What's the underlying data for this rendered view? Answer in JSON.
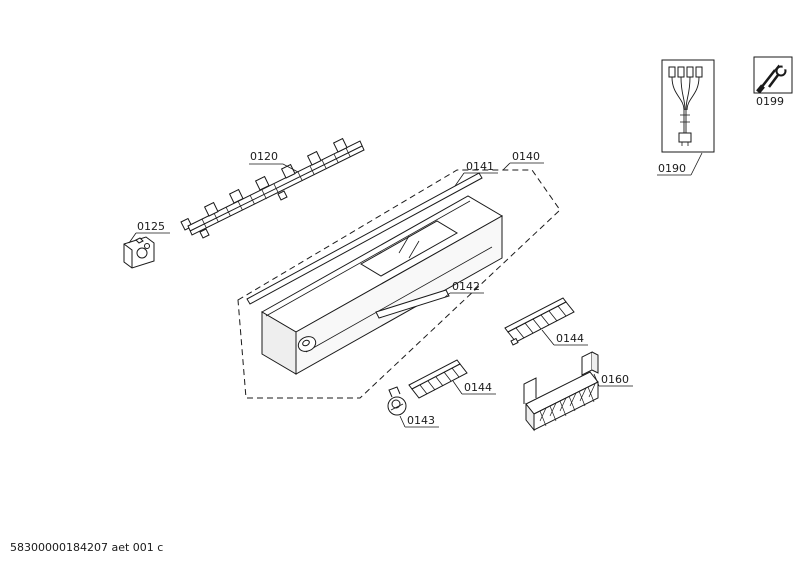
{
  "page": {
    "background": "#ffffff",
    "line_color": "#1a1a1a"
  },
  "footer": {
    "document_id": "58300000184207 aet 001 c"
  },
  "icons": {
    "tools_icon": "crossed wrench and screwdriver",
    "cable_harness_icon": "wiring harness with connectors"
  },
  "labels": {
    "part_0120": "0120",
    "part_0125": "0125",
    "part_0140": "0140",
    "part_0141": "0141",
    "part_0142": "0142",
    "part_0143": "0143",
    "part_0144_a": "0144",
    "part_0144_b": "0144",
    "part_0160": "0160",
    "part_0190": "0190",
    "part_0199": "0199"
  }
}
